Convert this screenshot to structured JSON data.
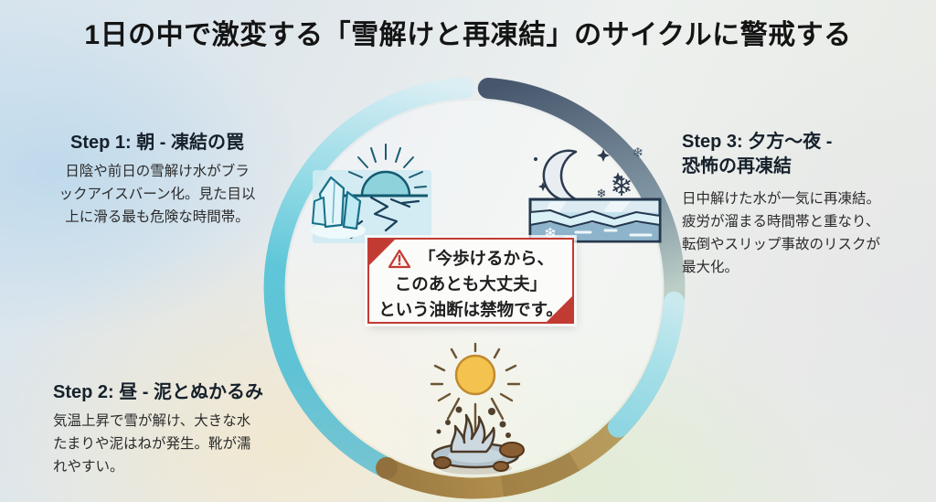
{
  "title": "1日の中で激変する「雪解けと再凍結」のサイクルに警戒する",
  "steps": [
    {
      "heading": "Step 1: 朝 - 凍結の罠",
      "body_lines": [
        "日陰や前日の雪解け水がブラ",
        "ックアイスバーン化。見た目以",
        "上に滑る最も危険な時間帯。"
      ]
    },
    {
      "heading": "Step 2: 昼 - 泥とぬかるみ",
      "body_lines": [
        "気温上昇で雪が解け、大きな水",
        "たまりや泥はねが発生。靴が濡",
        "れやすい。"
      ]
    },
    {
      "heading_lines": [
        "Step 3: 夕方〜夜 -",
        "恐怖の再凍結"
      ],
      "body_lines": [
        "日中解けた水が一気に再凍結。",
        "疲労が溜まる時間帯と重なり、",
        "転倒やスリップ事故のリスクが",
        "最大化。"
      ]
    }
  ],
  "warning": {
    "icon": "warning-triangle-icon",
    "lines": [
      "「今歩けるから、",
      "このあとも大丈夫」",
      "という油断は禁物です。"
    ]
  },
  "icons": {
    "morning": "frozen-sunrise-cracked-ice-icon",
    "night": "moon-snowflakes-refreeze-icon",
    "noon": "sun-mud-splash-icon"
  },
  "colors": {
    "accent_red": "#c23b32",
    "ring_morning_cyan": "#5ec6d8",
    "ring_night_navy": "#47566c",
    "ring_fade_gray": "#bccfc7",
    "ring_noon_brown": "#a8853f",
    "title_text": "#141414"
  }
}
